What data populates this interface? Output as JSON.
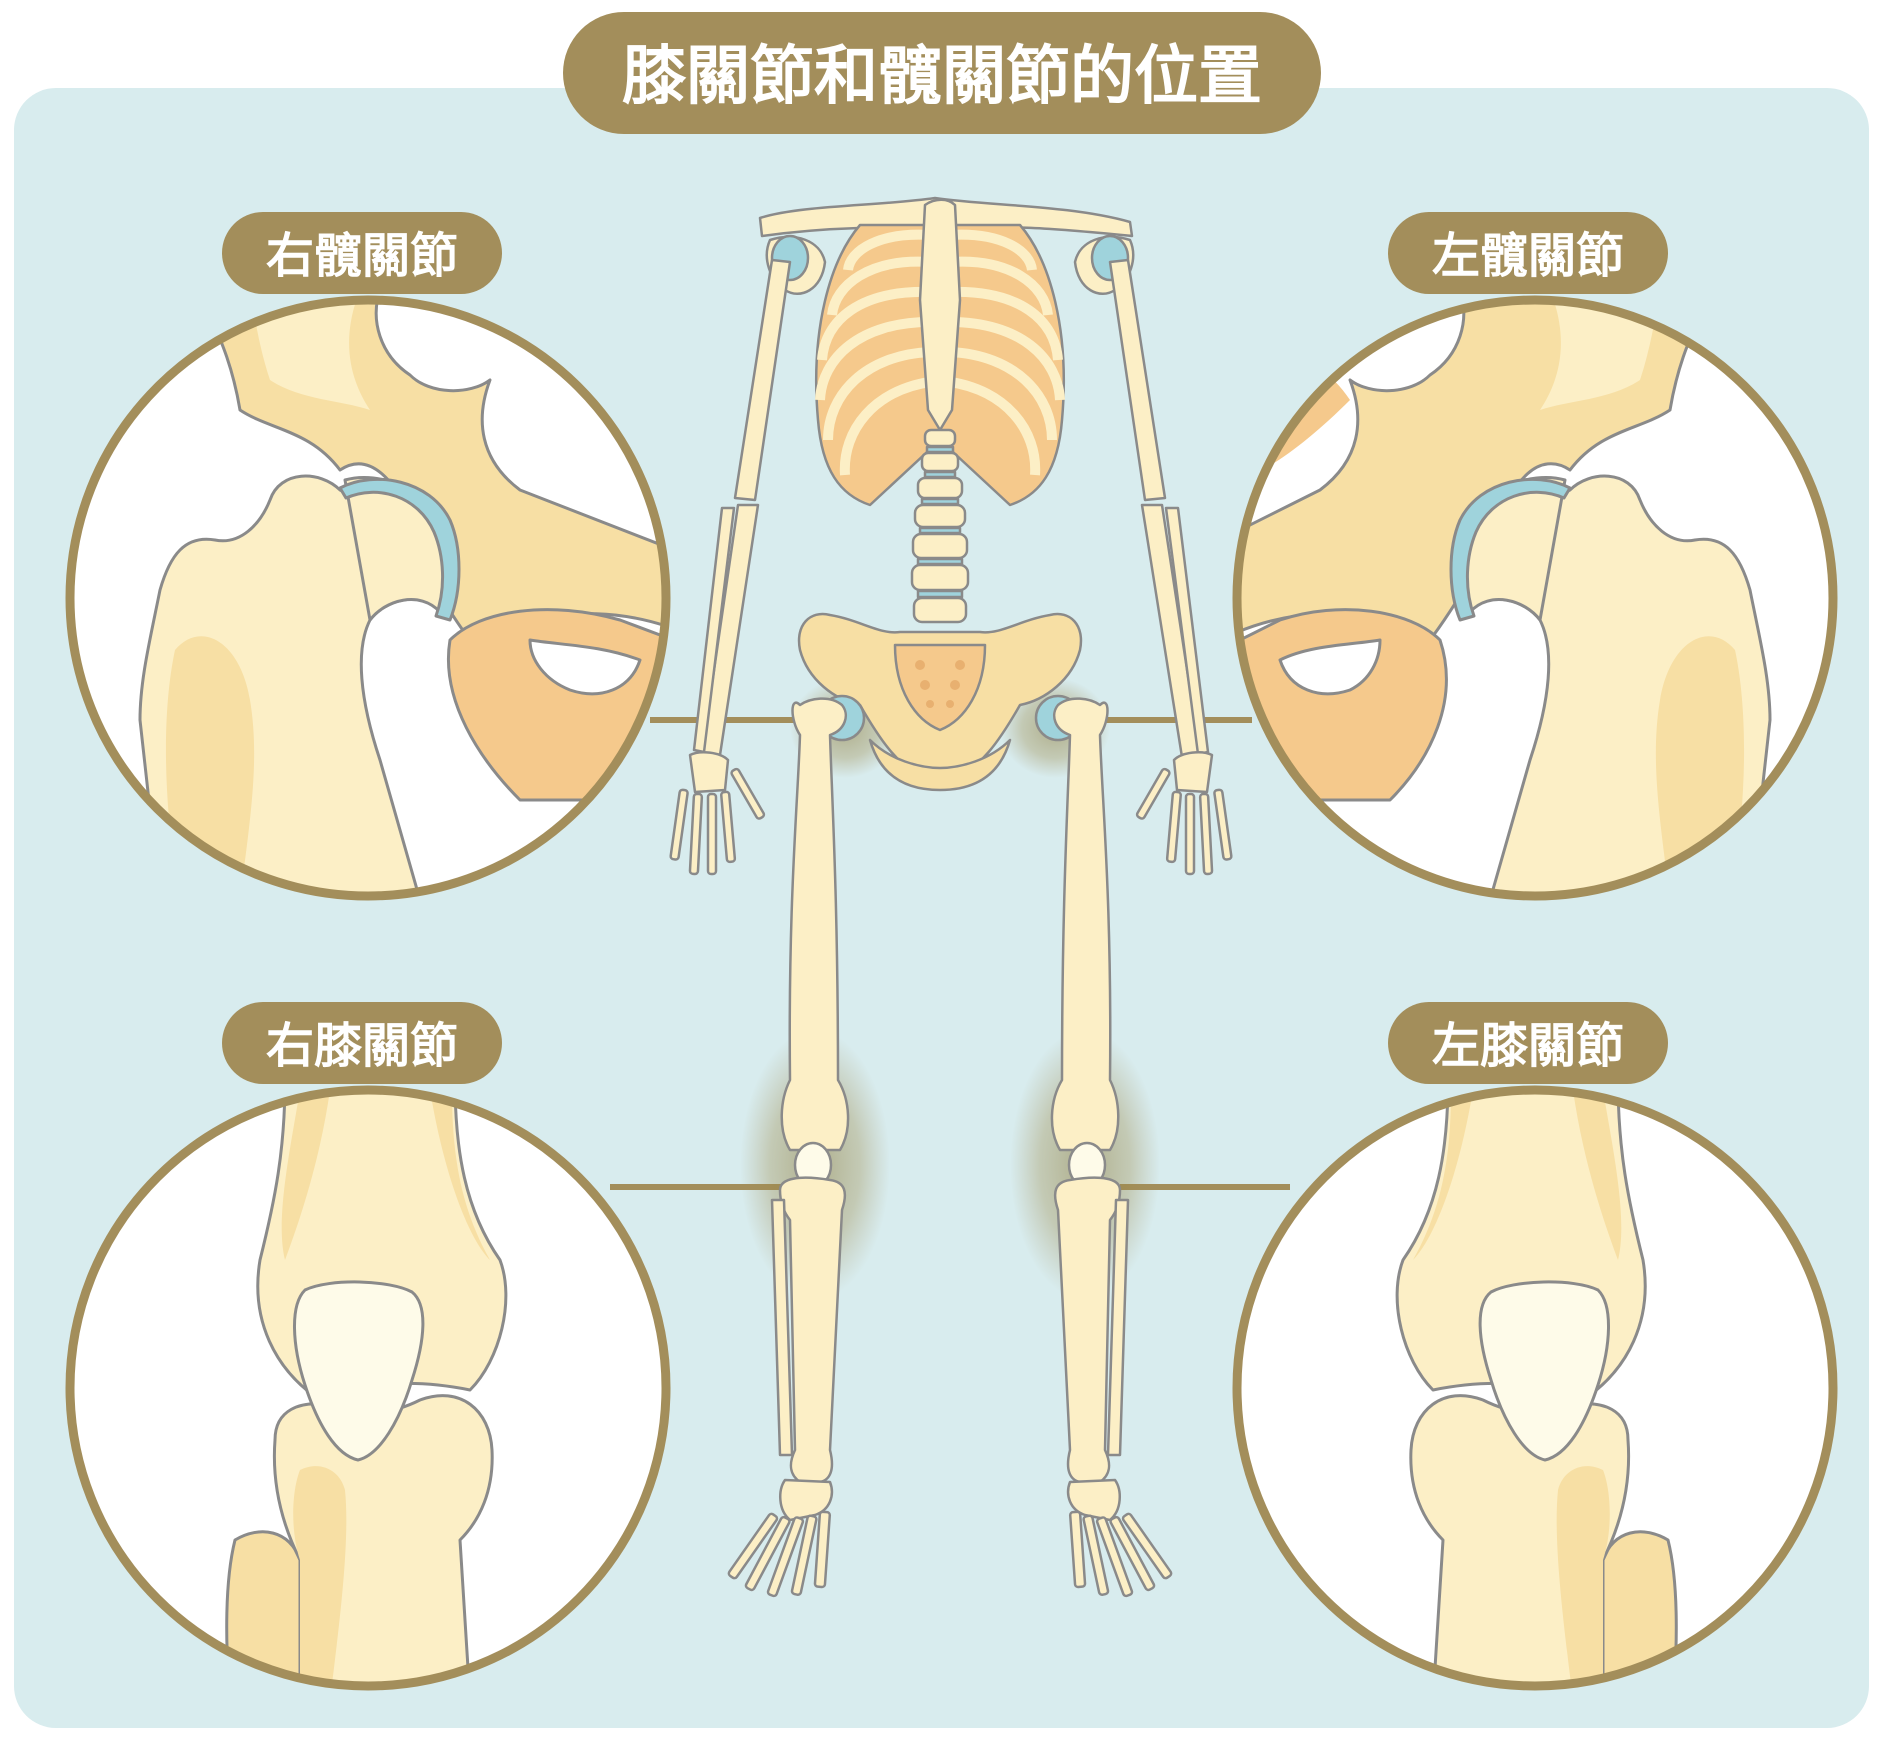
{
  "title": "膝關節和髖關節的位置",
  "labels": {
    "right_hip": "右髖關節",
    "left_hip": "左髖關節",
    "right_knee": "右膝關節",
    "left_knee": "左膝關節"
  },
  "colors": {
    "panel_background": "#d8ecee",
    "accent_olive": "#a38e5b",
    "bone_light": "#fcefc6",
    "bone_mid": "#f7dfa4",
    "bone_orange": "#f5c98c",
    "cartilage": "#9fd3dc",
    "bone_outline": "#8a8a8a"
  }
}
